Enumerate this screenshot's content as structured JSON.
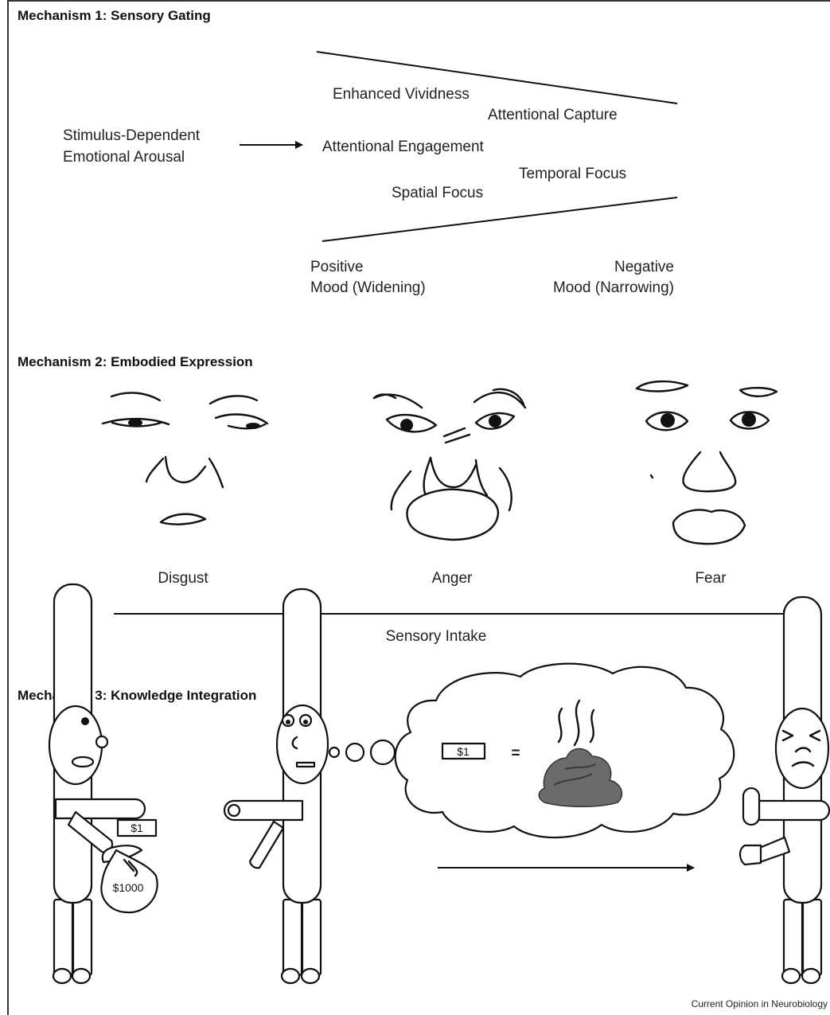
{
  "frame": {
    "border_color": "#333333"
  },
  "mechanism1": {
    "heading": "Mechanism 1: Sensory Gating",
    "input_label": [
      "Stimulus-Dependent",
      "Emotional Arousal"
    ],
    "effects": {
      "enhanced_vividness": "Enhanced Vividness",
      "attentional_capture": "Attentional Capture",
      "attentional_engagement": "Attentional Engagement",
      "temporal_focus": "Temporal Focus",
      "spatial_focus": "Spatial Focus"
    },
    "positive_mood": [
      "Positive",
      "Mood (Widening)"
    ],
    "negative_mood": [
      "Negative",
      "Mood (Narrowing)"
    ]
  },
  "mechanism2": {
    "heading": "Mechanism 2: Embodied Expression",
    "faces": [
      "Disgust",
      "Anger",
      "Fear"
    ],
    "axis_label": "Sensory Intake"
  },
  "mechanism3": {
    "heading": "Mechanism 3: Knowledge Integration",
    "bill_label": "$1",
    "bag_label": "$1000",
    "thought_bill_label": "$1",
    "equals": "=",
    "poop_color": "#6b6b6b"
  },
  "credit": "Current Opinion in Neurobiology"
}
